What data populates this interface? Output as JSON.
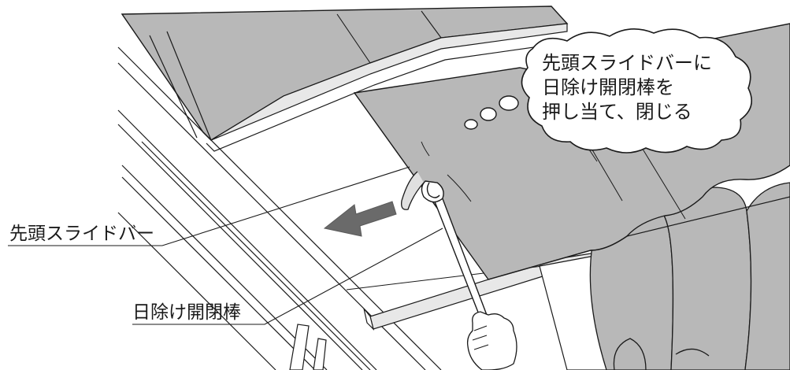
{
  "callout": {
    "line1": "先頭スライドバーに",
    "line2": "日除け開閉棒を",
    "line3": "押し当て、閉じる"
  },
  "labels": {
    "slide_bar": "先頭スライドバー",
    "rod": "日除け開閉棒"
  },
  "colors": {
    "panel_gray": "#b8b8b8",
    "arrow_gray": "#6a6a6a",
    "line": "#1a1a1a",
    "background": "#ffffff"
  }
}
